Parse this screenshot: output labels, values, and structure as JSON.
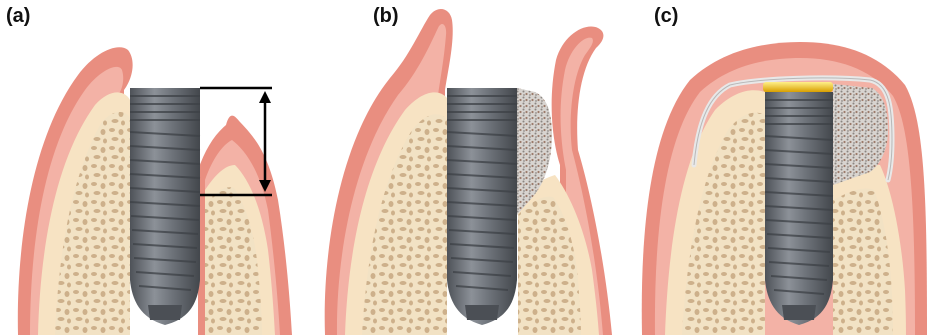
{
  "panels": [
    {
      "label": "(a)"
    },
    {
      "label": "(b)"
    },
    {
      "label": "(c)"
    }
  ],
  "colors": {
    "gingiva_outer": "#e98e80",
    "gingiva_inner": "#f3b2a6",
    "bone_cortex": "#f7e3c3",
    "bone_cancellous": "#ead6b3",
    "bone_pores": "#c7aa84",
    "implant": "#6f747a",
    "implant_dark": "#4b4f55",
    "graft": "#bfbfbf",
    "membrane": "#e8e8e8",
    "healing_cap": "#f2c21a",
    "arrow": "#000000"
  },
  "icons": [
    "dental-implant-icon",
    "double-arrow-icon",
    "bone-graft-icon",
    "membrane-icon",
    "healing-cap-icon"
  ]
}
